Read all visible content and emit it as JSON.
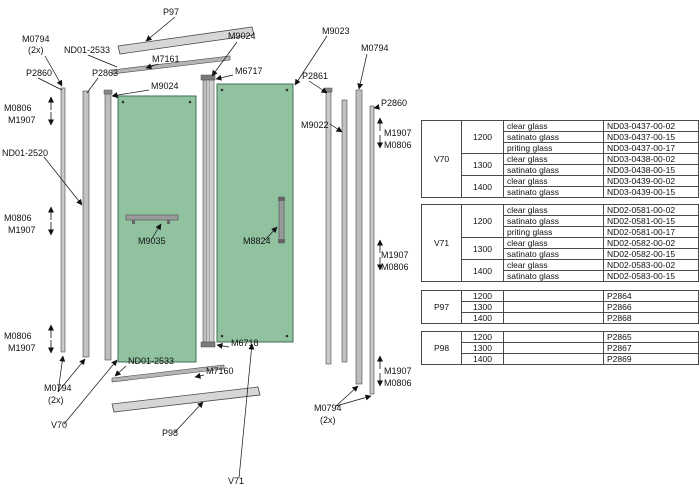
{
  "diagram": {
    "glass_color": "#90c2a0",
    "profile_color": "#c9c9c9",
    "labels": {
      "p97": "P97",
      "m0794_tl": "M0794",
      "m0794_tl_qty": "(2x)",
      "nd01_2533_top": "ND01-2533",
      "m7161": "M7161",
      "m9024_top": "M9024",
      "m9023": "M9023",
      "m6717": "M6717",
      "p2861": "P2861",
      "m0794_tr": "M0794",
      "p2860_left": "P2860",
      "p2863": "P2863",
      "m9024_left": "M9024",
      "p2860_right": "P2860",
      "m0806_l1": "M0806",
      "m1907_l1": "M1907",
      "m9022": "M9022",
      "m1907_r1": "M1907",
      "m0806_r1": "M0806",
      "nd01_2520": "ND01-2520",
      "m0806_l2": "M0806",
      "m1907_l2": "M1907",
      "m9035": "M9035",
      "m8824": "M8824",
      "m1907_r2": "M1907",
      "m0806_r2": "M0806",
      "m0806_l3": "M0806",
      "m1907_l3": "M1907",
      "m6718": "M6718",
      "nd01_2533_bottom": "ND01-2533",
      "m7160": "M7160",
      "m0794_bl": "M0794",
      "m0794_bl_qty": "(2x)",
      "v70": "V70",
      "p98": "P98",
      "m1907_r3": "M1907",
      "m0806_r3": "M0806",
      "m0794_br": "M0794",
      "m0794_br_qty": "(2x)",
      "v71": "V71"
    }
  },
  "tables": [
    {
      "group": "V70",
      "rows": [
        {
          "size": "1200",
          "glass": "clear glass",
          "part": "ND03-0437-00-02"
        },
        {
          "glass": "satinato glass",
          "part": "ND03-0437-00-15"
        },
        {
          "glass": "priting glass",
          "part": "ND03-0437-00-17"
        },
        {
          "size": "1300",
          "glass": "clear glass",
          "part": "ND03-0438-00-02"
        },
        {
          "glass": "satinato glass",
          "part": "ND03-0438-00-15"
        },
        {
          "size": "1400",
          "glass": "clear glass",
          "part": "ND03-0439-00-02"
        },
        {
          "glass": "satinato glass",
          "part": "ND03-0439-00-15"
        }
      ]
    },
    {
      "group": "V71",
      "rows": [
        {
          "size": "1200",
          "glass": "clear glass",
          "part": "ND02-0581-00-02"
        },
        {
          "glass": "satinato glass",
          "part": "ND02-0581-00-15"
        },
        {
          "glass": "priting glass",
          "part": "ND02-0581-00-17"
        },
        {
          "size": "1300",
          "glass": "clear glass",
          "part": "ND02-0582-00-02"
        },
        {
          "glass": "satinato glass",
          "part": "ND02-0582-00-15"
        },
        {
          "size": "1400",
          "glass": "clear glass",
          "part": "ND02-0583-00-02"
        },
        {
          "glass": "satinato glass",
          "part": "ND02-0583-00-15"
        }
      ]
    },
    {
      "group": "P97",
      "rows": [
        {
          "size": "1200",
          "part": "P2864"
        },
        {
          "size": "1300",
          "part": "P2866"
        },
        {
          "size": "1400",
          "part": "P2868"
        }
      ]
    },
    {
      "group": "P98",
      "rows": [
        {
          "size": "1200",
          "part": "P2865"
        },
        {
          "size": "1300",
          "part": "P2867"
        },
        {
          "size": "1400",
          "part": "P2869"
        }
      ]
    }
  ]
}
